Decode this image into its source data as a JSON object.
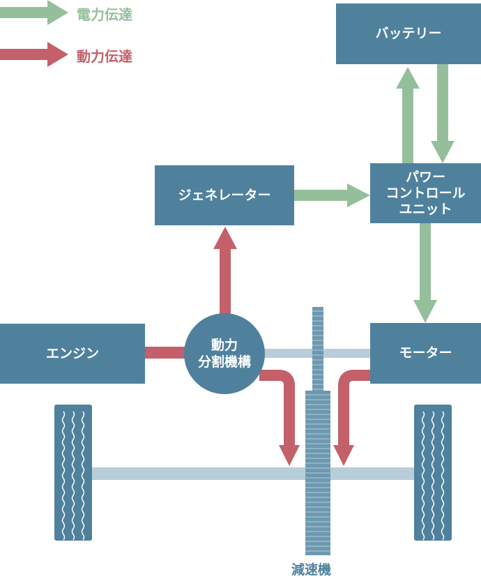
{
  "legend": {
    "electric": {
      "label": "電力伝達",
      "color": "#95bf9b"
    },
    "power": {
      "label": "動力伝達",
      "color": "#c4606a"
    }
  },
  "components": {
    "battery": "バッテリー",
    "pcu": [
      "パワー",
      "コントロール",
      "ユニット"
    ],
    "generator": "ジェネレーター",
    "engine": "エンジン",
    "split": [
      "動力",
      "分割機構"
    ],
    "motor": "モーター",
    "reducer": "減速機"
  },
  "colors": {
    "box": "#4f819d",
    "shaft": "#b8cdda",
    "gear": "#6d98b1"
  }
}
